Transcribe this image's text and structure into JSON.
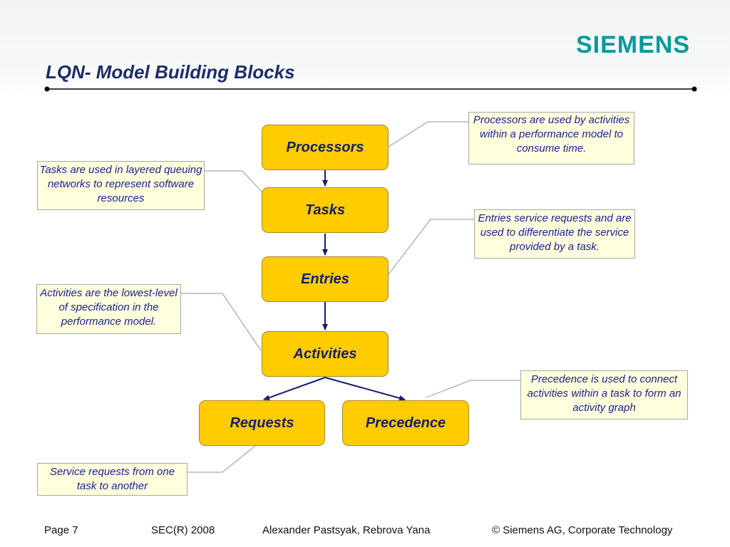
{
  "header": {
    "logo_text": "SIEMENS",
    "title": "LQN- Model Building Blocks",
    "brand_color": "#009999",
    "title_color": "#1f2d66"
  },
  "diagram": {
    "node_fill": "#ffcc00",
    "node_text_color": "#141e6e",
    "note_fill": "#ffffdd",
    "note_text_color": "#1b1f8e",
    "nodes": {
      "processors": "Processors",
      "tasks": "Tasks",
      "entries": "Entries",
      "activities": "Activities",
      "requests": "Requests",
      "precedence": "Precedence"
    },
    "notes": {
      "processors": "Processors are used by activities within a performance model to consume time.",
      "tasks": "Tasks are used in layered queuing networks to represent software resources",
      "entries": "Entries service requests and are used to differentiate the service provided by a task.",
      "activities": "Activities are the lowest-level of specification in the performance model.",
      "precedence": "Precedence is used to connect activities within a task to form an activity graph",
      "requests": "Service requests from one task to another"
    }
  },
  "footer": {
    "page": "Page 7",
    "event": "SEC(R) 2008",
    "authors": "Alexander Pastsyak, Rebrova Yana",
    "copyright": "© Siemens AG, Corporate Technology"
  }
}
